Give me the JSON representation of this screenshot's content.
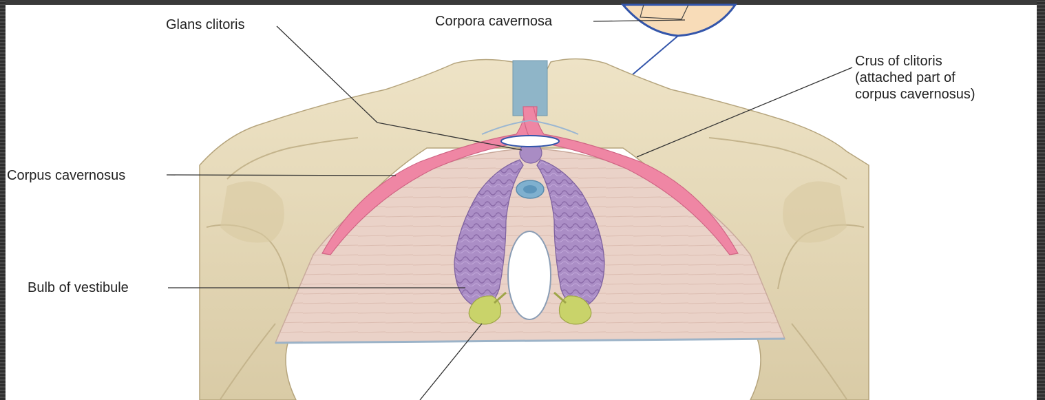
{
  "labels": {
    "glans_clitoris": "Glans clitoris",
    "corpora_cavernosa": "Corpora cavernosa",
    "crus_line1": "Crus of clitoris",
    "crus_line2": "(attached part of",
    "crus_line3": "corpus cavernosus)",
    "corpus_cavernosus": "Corpus cavernosus",
    "bulb_of_vestibule": "Bulb of vestibule"
  },
  "colors": {
    "bone": "#e8dcbd",
    "bone_shadow": "#cfc19b",
    "membrane": "#e9cdc4",
    "corpus": "#ef86a4",
    "bulb": "#a98cc4",
    "gland": "#c9d36a",
    "ligament": "#8fb5c8",
    "leader": "#333333",
    "inset_circle": "#3355aa",
    "inset_fill": "#f8dcb8"
  }
}
